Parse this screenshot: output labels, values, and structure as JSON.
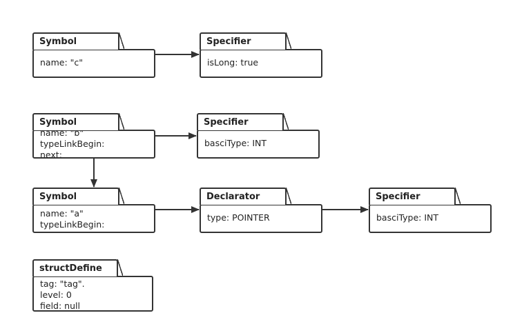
{
  "nodes": {
    "symbol_c": {
      "title": "Symbol",
      "lines": [
        "name: \"c\""
      ]
    },
    "specifier_long": {
      "title": "Specifier",
      "lines": [
        "isLong: true"
      ]
    },
    "symbol_b": {
      "title": "Symbol",
      "lines": [
        "name: \"b\"",
        "typeLinkBegin:",
        "next:"
      ]
    },
    "specifier_b": {
      "title": "Specifier",
      "lines": [
        "basciType: INT"
      ]
    },
    "symbol_a": {
      "title": "Symbol",
      "lines": [
        "name: \"a\"",
        "typeLinkBegin:"
      ]
    },
    "declarator_a": {
      "title": "Declarator",
      "lines": [
        "type: POINTER"
      ]
    },
    "specifier_a": {
      "title": "Specifier",
      "lines": [
        "basciType: INT"
      ]
    },
    "struct_define": {
      "title": "structDefine",
      "lines": [
        "tag: \"tag\".",
        "level: 0",
        "field: null"
      ]
    }
  },
  "colors": {
    "stroke": "#333333",
    "text": "#222222",
    "background": "#ffffff"
  }
}
